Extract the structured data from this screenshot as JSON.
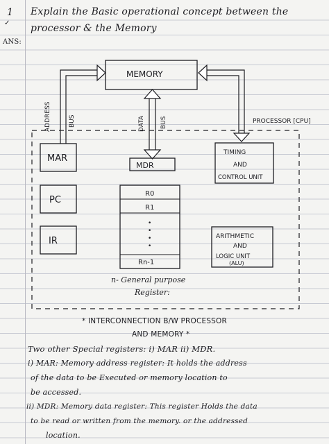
{
  "question": {
    "number": "1",
    "line1": "Explain the Basic operational concept between the",
    "line2": "processor & the Memory"
  },
  "ans_label": "ANS:",
  "diagram": {
    "memory": "MEMORY",
    "processor": "PROCESSOR [CPU]",
    "mar": "MAR",
    "pc": "PC",
    "ir": "IR",
    "mdr": "MDR",
    "address_label": "ADDRESS",
    "bus_label_left": "BUS",
    "data_label": "DATA",
    "bus_label_mid": "BUS",
    "timing_line1": "TIMING",
    "timing_line2": "AND",
    "timing_line3": "CONTROL UNIT",
    "alu_line1": "ARITHMETIC",
    "alu_line2": "AND",
    "alu_line3": "LOGIC UNIT",
    "alu_line4": "(ALU)",
    "registers": [
      "R0",
      "R1",
      "Rn-1"
    ],
    "dots": "•",
    "gpr_line1": "n- General purpose",
    "gpr_line2": "Register:"
  },
  "caption": {
    "line1": "* INTERCONNECTION B/W PROCESSOR",
    "line2": "AND MEMORY *"
  },
  "notes": {
    "line1": "Two other Special registers: i) MAR  ii) MDR.",
    "line2": "i) MAR: Memory address register: It holds the address",
    "line3": "of the data to be Executed or memory location to",
    "line4": "be accessed.",
    "line5": "ii) MDR: Memory data register: This register Holds the data",
    "line6": "to be read or written from the memory. or the addressed",
    "line7": "location."
  }
}
